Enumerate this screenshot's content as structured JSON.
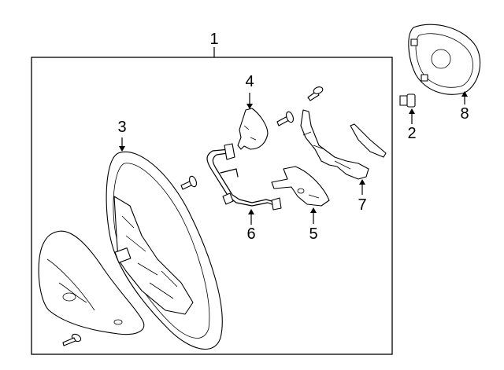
{
  "diagram": {
    "callouts": [
      {
        "number": "1",
        "part": "steering-wheel-assembly"
      },
      {
        "number": "2",
        "part": "bolt"
      },
      {
        "number": "3",
        "part": "steering-wheel"
      },
      {
        "number": "4",
        "part": "switch"
      },
      {
        "number": "5",
        "part": "switch"
      },
      {
        "number": "6",
        "part": "wire-harness"
      },
      {
        "number": "7",
        "part": "paddle-switch"
      },
      {
        "number": "8",
        "part": "air-bag-module"
      }
    ]
  }
}
